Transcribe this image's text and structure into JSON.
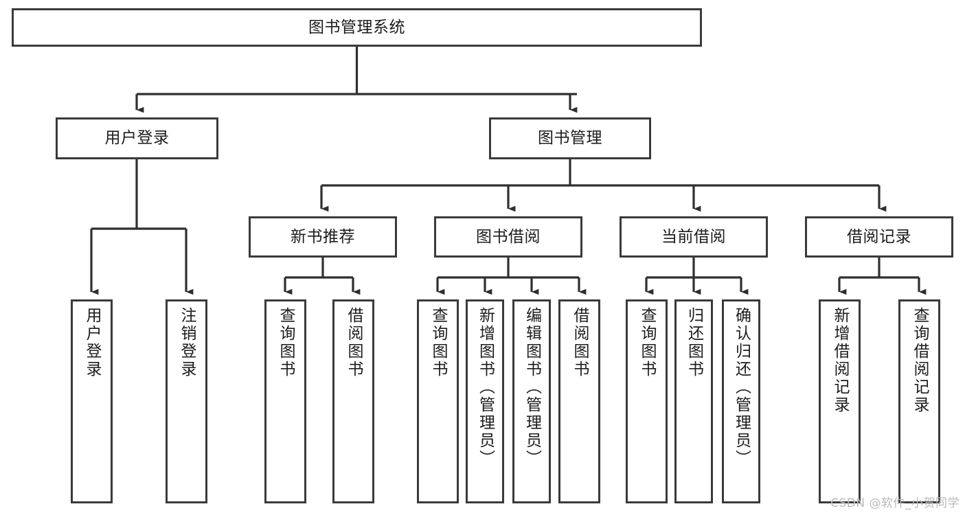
{
  "diagram": {
    "title": "图书管理系统",
    "type": "hierarchy-tree",
    "watermark": "CSDN @软件_小贺同学",
    "colors": {
      "node_border": "#3a3a3a",
      "node_fill": "#ffffff",
      "edge": "#2f2f2f",
      "text": "#1c1c1c",
      "watermark": "#b9b9b9",
      "background": "#ffffff"
    }
  },
  "nodes": {
    "root": {
      "label": "图书管理系统"
    },
    "level2": [
      {
        "id": "user-login",
        "label": "用户登录"
      },
      {
        "id": "book-manage",
        "label": "图书管理"
      }
    ],
    "level3": [
      {
        "id": "new-book-rec",
        "label": "新书推荐"
      },
      {
        "id": "book-borrow",
        "label": "图书借阅"
      },
      {
        "id": "current-borrow",
        "label": "当前借阅"
      },
      {
        "id": "borrow-record",
        "label": "借阅记录"
      }
    ],
    "leaves": {
      "user_login": [
        {
          "id": "leaf-user-login",
          "label": "用户登录"
        },
        {
          "id": "leaf-logout-login",
          "label": "注销登录"
        }
      ],
      "new_book_rec": [
        {
          "id": "leaf-query-book-1",
          "label": "查询图书"
        },
        {
          "id": "leaf-borrow-book-1",
          "label": "借阅图书"
        }
      ],
      "book_borrow": [
        {
          "id": "leaf-query-book-2",
          "label": "查询图书"
        },
        {
          "id": "leaf-add-book",
          "label": "新增图书（管理员）"
        },
        {
          "id": "leaf-edit-book",
          "label": "编辑图书（管理员）"
        },
        {
          "id": "leaf-borrow-book-2",
          "label": "借阅图书"
        }
      ],
      "current_borrow": [
        {
          "id": "leaf-query-book-3",
          "label": "查询图书"
        },
        {
          "id": "leaf-return-book",
          "label": "归还图书"
        },
        {
          "id": "leaf-confirm-return",
          "label": "确认归还（管理员）"
        }
      ],
      "borrow_record": [
        {
          "id": "leaf-add-record",
          "label": "新增借阅记录"
        },
        {
          "id": "leaf-query-record",
          "label": "查询借阅记录"
        }
      ]
    }
  }
}
